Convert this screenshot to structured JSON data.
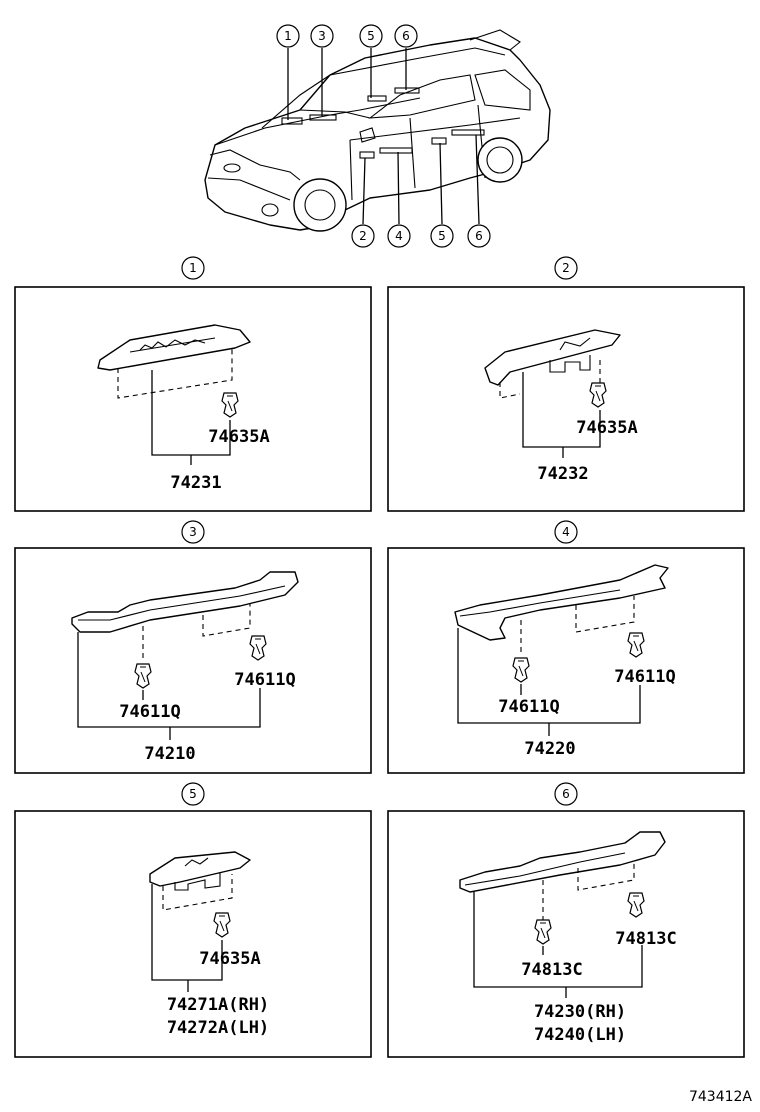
{
  "overview": {
    "callouts_top": [
      "1",
      "3",
      "5",
      "6"
    ],
    "callouts_bottom": [
      "2",
      "4",
      "5",
      "6"
    ]
  },
  "panels": [
    {
      "number": "1",
      "clip": "74635A",
      "part": "74231"
    },
    {
      "number": "2",
      "clip": "74635A",
      "part": "74232"
    },
    {
      "number": "3",
      "clip_left": "74611Q",
      "clip_right": "74611Q",
      "part": "74210"
    },
    {
      "number": "4",
      "clip_left": "74611Q",
      "clip_right": "74611Q",
      "part": "74220"
    },
    {
      "number": "5",
      "clip": "74635A",
      "part_rh": "74271A(RH)",
      "part_lh": "74272A(LH)"
    },
    {
      "number": "6",
      "clip_left": "74813C",
      "clip_right": "74813C",
      "part_rh": "74230(RH)",
      "part_lh": "74240(LH)"
    }
  ],
  "figure_id": "743412A"
}
